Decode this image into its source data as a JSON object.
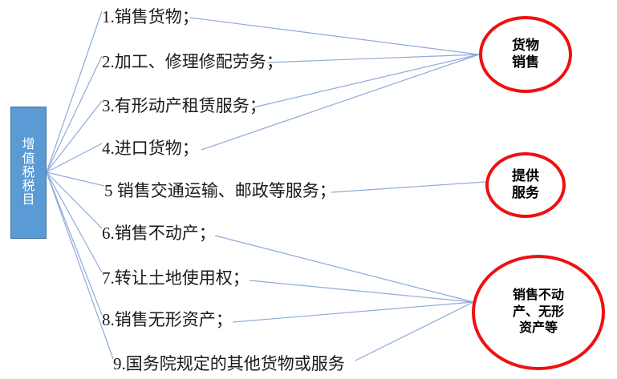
{
  "diagram": {
    "title": "增值税税目",
    "colors": {
      "box_fill": "#5B9BD5",
      "box_border": "#41719C",
      "box_text": "#FFFFFF",
      "circle_stroke": "#EE1111",
      "connector": "#8FAADC",
      "item_text": "#1A1A1A"
    },
    "source": {
      "label": "增\n值\n税\n税\n目"
    },
    "items": [
      {
        "text": "1.销售货物；"
      },
      {
        "text": "2.加工、修理修配劳务；"
      },
      {
        "text": "3.有形动产租赁服务；"
      },
      {
        "text": "4.进口货物；"
      },
      {
        "text": "5 销售交通运输、邮政等服务；"
      },
      {
        "text": "6.销售不动产；"
      },
      {
        "text": "7.转让土地使用权；"
      },
      {
        "text": "8.销售无形资产；"
      },
      {
        "text": "9.国务院规定的其他货物或服务"
      }
    ],
    "categories": [
      {
        "id": "goods",
        "label": "货物\n销售"
      },
      {
        "id": "service",
        "label": "提供\n服务"
      },
      {
        "id": "estate",
        "label": "销售不动\n产、无形\n资产等"
      }
    ]
  }
}
